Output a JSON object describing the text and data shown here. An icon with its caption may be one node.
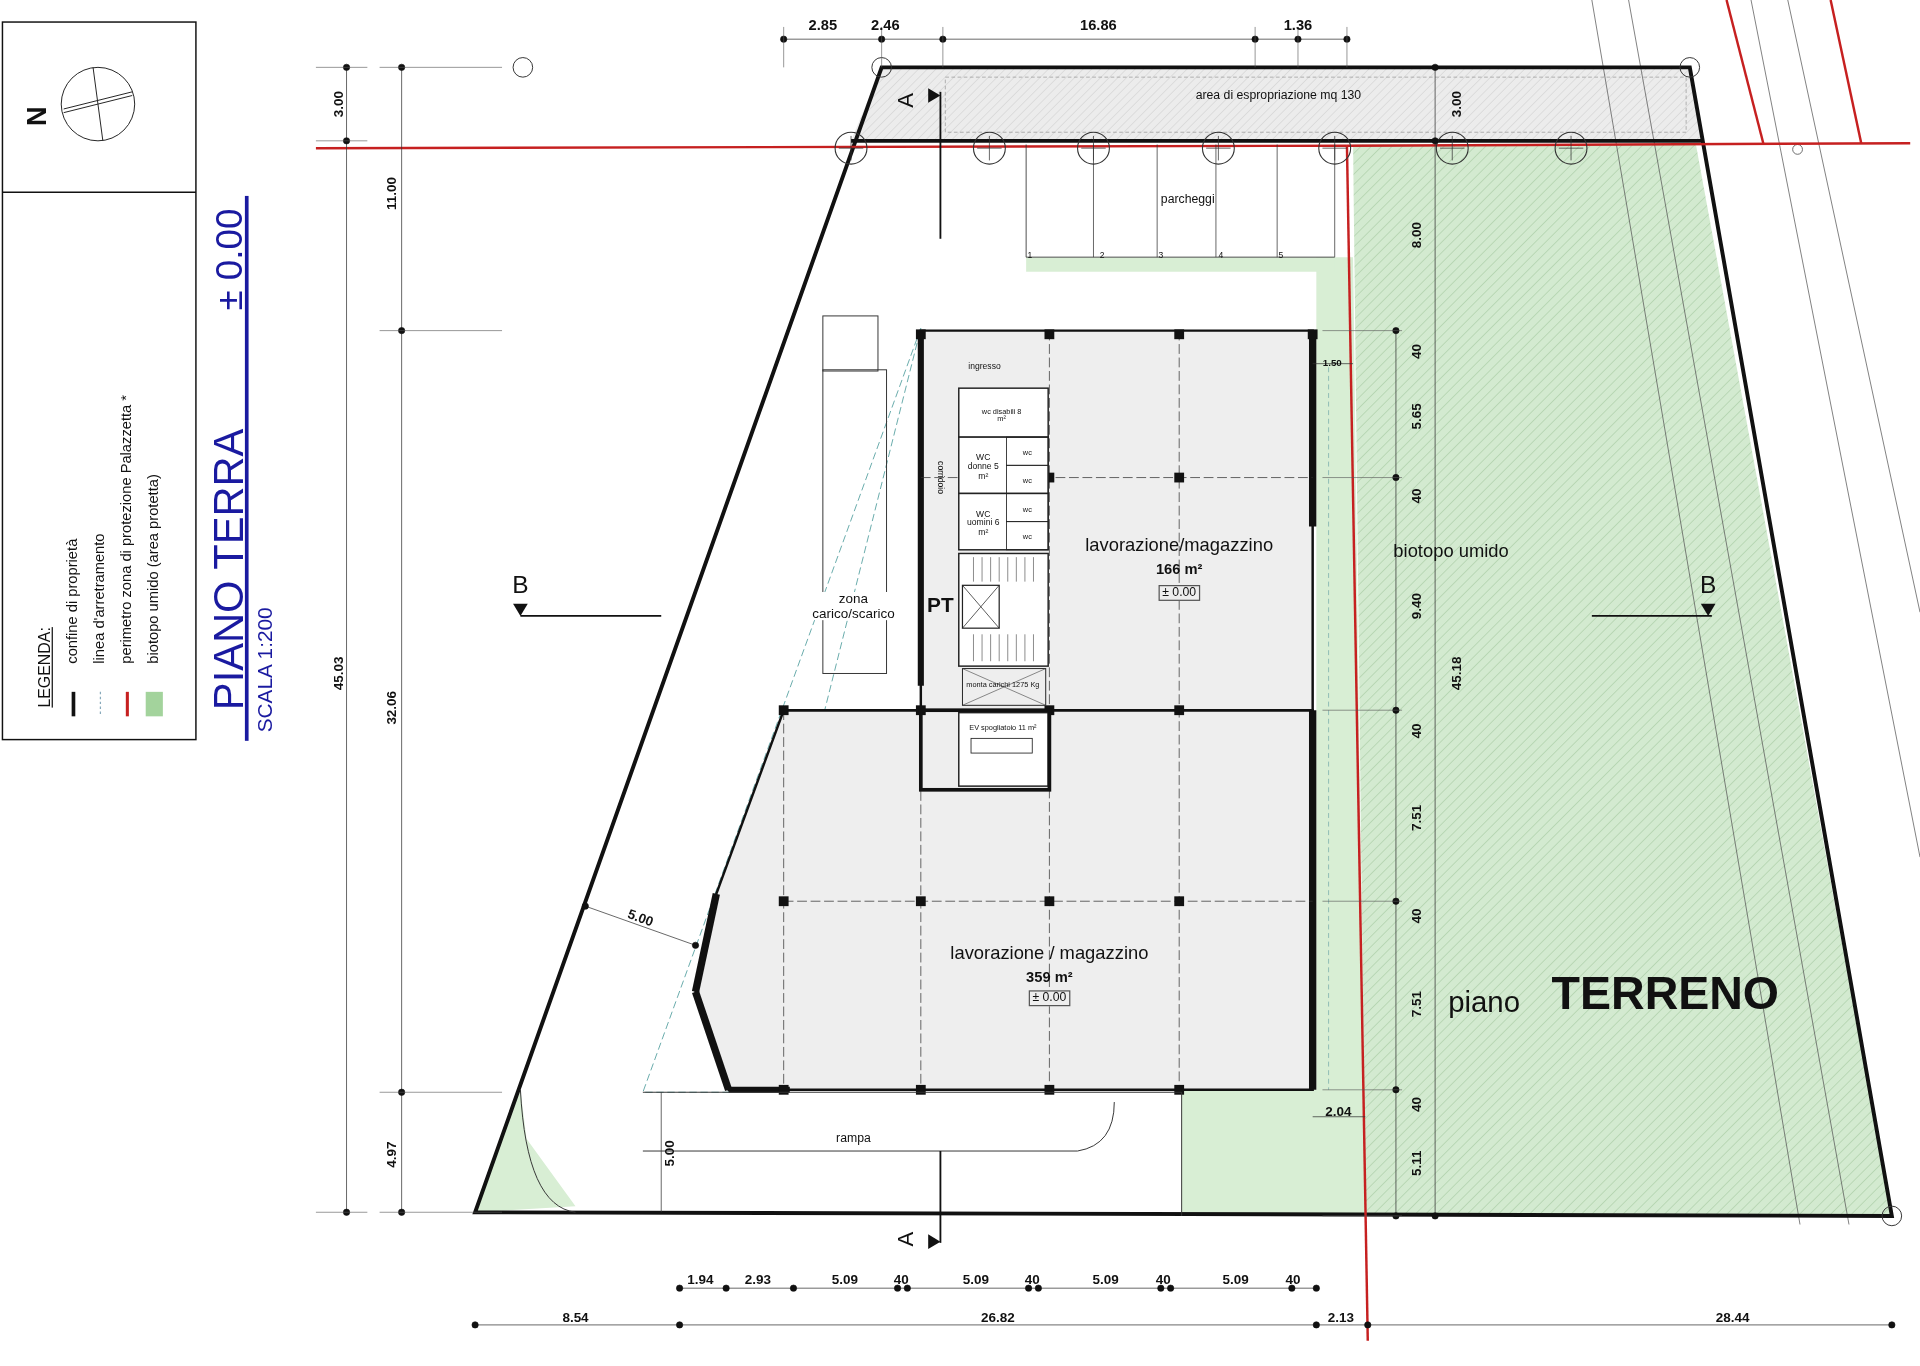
{
  "diagram": {
    "title": "PIANO TERRA",
    "labels": [
      "N",
      "LEGENDA:",
      "2.85",
      "2.46",
      "16.86",
      "1.36",
      "A",
      "area di espropriazione mq 130",
      "3.00",
      "3.00",
      "± 0.00",
      "11.00",
      "parcheggi",
      "1",
      "2",
      "3",
      "4",
      "5",
      "8.00",
      "ingresso",
      "wc disabili 8 m²",
      "wc",
      "WC donne 5 m²",
      "wc",
      "corridoio",
      "wc",
      "WC uomini 6 m²",
      "wc",
      "40",
      "1.50",
      "5.65",
      "40",
      "lavorazione/magazzino",
      "biotopo umido",
      "166 m²",
      "B",
      "zona carico/scarico",
      "PT",
      "± 0.00",
      "9.40",
      "B",
      "45.03",
      "45.18",
      "monta carichi 1275 Kg",
      "32.06",
      "EV spogliatoio 11 m²",
      "40",
      "7.51",
      "5.00",
      "40",
      "lavorazione / magazzino",
      "359 m²",
      "± 0.00",
      "7.51",
      "piano",
      "TERRENO",
      "40",
      "2.04",
      "rampa",
      "4.97",
      "5.00",
      "5.11",
      "A",
      "1.94",
      "2.93",
      "5.09",
      "40",
      "5.09",
      "40",
      "5.09",
      "40",
      "5.09",
      "40",
      "8.54",
      "26.82",
      "2.13",
      "28.44",
      "SCALA 1:200"
    ],
    "legend": [
      {
        "text": "confine di proprietà"
      },
      {
        "text": "linea d'arretramento"
      },
      {
        "text": "perimetro zona di protezione Palazzetta *"
      },
      {
        "text": "biotopo umido (area protetta)",
        "color": "#a3d39c"
      }
    ]
  }
}
